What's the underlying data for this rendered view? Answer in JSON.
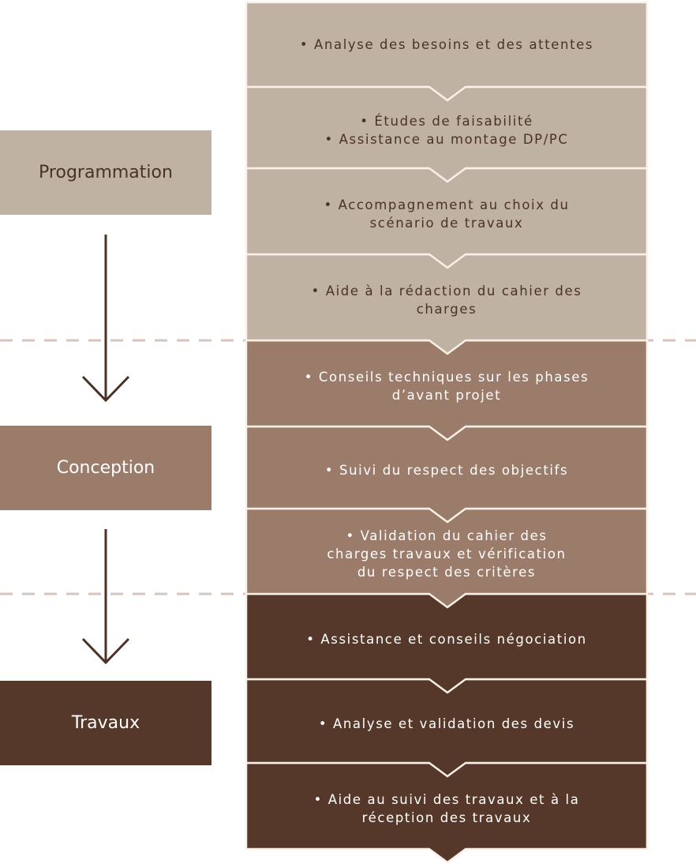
{
  "colors": {
    "light": "#c0b2a3",
    "medium": "#9b7b69",
    "dark": "#553829",
    "text_dark": "#4a3226",
    "text_light": "#ffffff",
    "divider": "#d9c5bb",
    "arrow": "#4a3226",
    "outline": "#fbf1e9"
  },
  "phases": [
    {
      "label": "Programmation",
      "tone": "light"
    },
    {
      "label": "Conception",
      "tone": "medium"
    },
    {
      "label": "Travaux",
      "tone": "dark"
    }
  ],
  "steps": [
    {
      "text": "• Analyse des besoins et des attentes",
      "tone": "light"
    },
    {
      "text": "• Études de faisabilité\n• Assistance au montage DP/PC",
      "tone": "light"
    },
    {
      "text": "• Accompagnement au choix du\nscénario de travaux",
      "tone": "light"
    },
    {
      "text": "• Aide à la rédaction du cahier des\ncharges",
      "tone": "light"
    },
    {
      "text": "• Conseils techniques sur les phases\nd’avant projet",
      "tone": "medium"
    },
    {
      "text": "• Suivi du respect des objectifs",
      "tone": "medium"
    },
    {
      "text": "• Validation du cahier des\ncharges travaux et vérification\ndu respect des critères",
      "tone": "medium"
    },
    {
      "text": "• Assistance et conseils négociation",
      "tone": "dark"
    },
    {
      "text": "• Analyse et validation des devis",
      "tone": "dark"
    },
    {
      "text": "• Aide au suivi des travaux et à la\nréception des travaux",
      "tone": "dark"
    }
  ]
}
